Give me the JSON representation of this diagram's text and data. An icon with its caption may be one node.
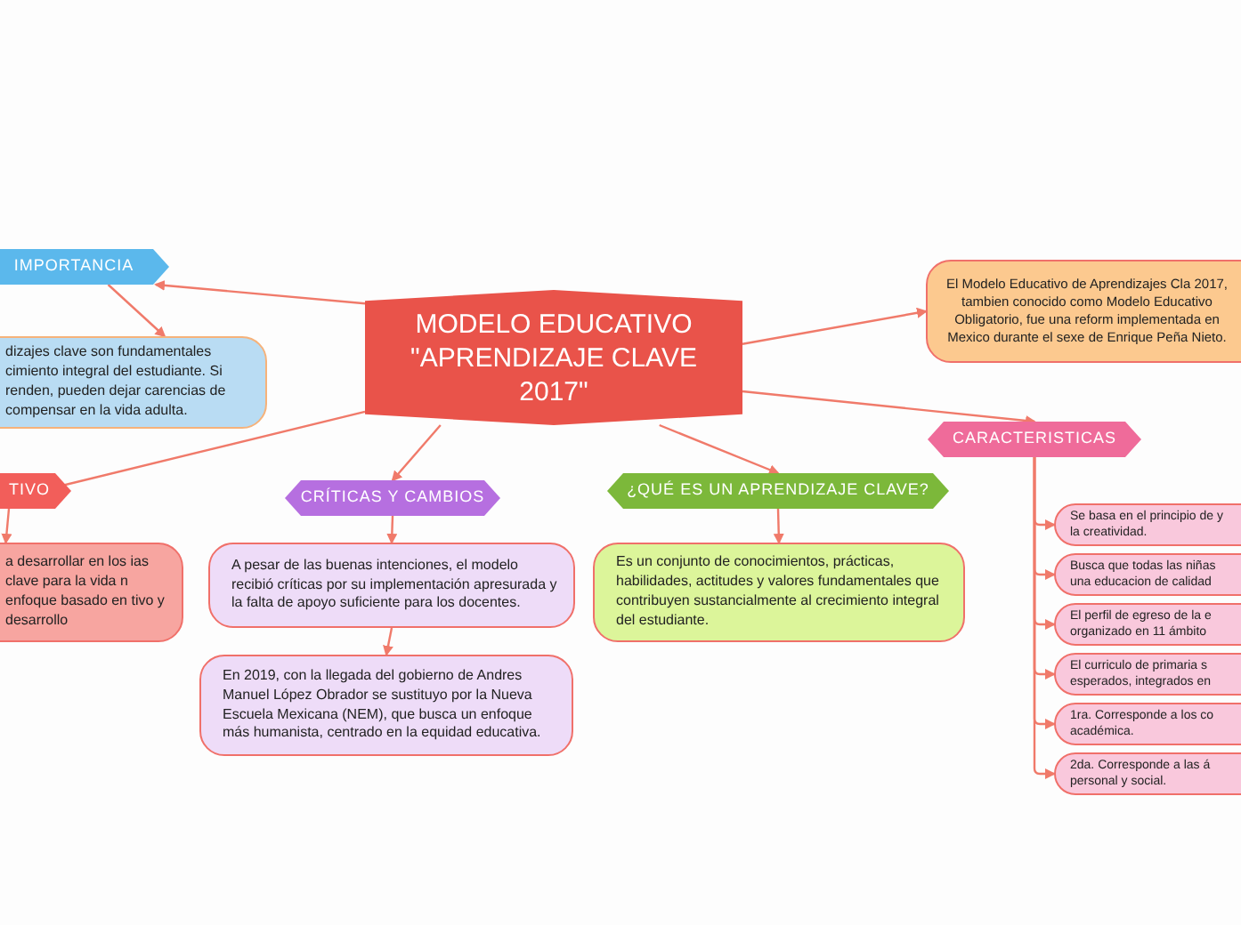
{
  "diagram": {
    "nodes": [
      {
        "text": [
          "MODELO EDUCATIVO \"APRENDIZAJE CLAVE 2017\""
        ]
      },
      {
        "text": [
          "IMPORTANCIA"
        ]
      },
      {
        "text": [
          "dizajes clave son fundamentales cimiento integral del estudiante. Si renden, pueden dejar carencias de compensar en la vida adulta."
        ]
      },
      {
        "text": [
          "TIVO"
        ]
      },
      {
        "text": [
          "a desarrollar en los ias clave para la vida n enfoque basado en tivo y desarrollo"
        ]
      },
      {
        "text": [
          "CRÍTICAS Y CAMBIOS"
        ]
      },
      {
        "text": [
          "A pesar de las buenas intenciones, el modelo recibió críticas por su implementación apresurada y la falta de apoyo suficiente para los docentes."
        ]
      },
      {
        "text": [
          "En 2019, con la llegada del gobierno de Andres Manuel López Obrador se sustituyo por la Nueva Escuela Mexicana (NEM), que busca un enfoque más humanista, centrado en la equidad educativa."
        ]
      },
      {
        "text": [
          "¿QUÉ ES UN APRENDIZAJE CLAVE?"
        ]
      },
      {
        "text": [
          "Es un conjunto de conocimientos, prácticas, habilidades, actitudes y valores fundamentales que contribuyen sustancialmente al crecimiento integral del estudiante."
        ]
      },
      {
        "text": [
          "El Modelo Educativo de Aprendizajes Cla 2017, tambien conocido como Modelo Educativo Obligatorio, fue una reform implementada en Mexico durante el sexe de Enrique Peña Nieto."
        ]
      },
      {
        "text": [
          "CARACTERISTICAS"
        ]
      },
      {
        "text": [
          "Se basa en el principio de y la creatividad."
        ]
      },
      {
        "text": [
          "Busca que todas las niñas una educacion de calidad"
        ]
      },
      {
        "text": [
          "El perfil de egreso de la e organizado en 11 ámbito"
        ]
      },
      {
        "text": [
          "El curriculo de primaria s esperados, integrados en"
        ]
      },
      {
        "text": [
          "1ra. Corresponde a los co académica."
        ]
      },
      {
        "text": [
          "2da. Corresponde a las á personal y social."
        ]
      }
    ],
    "edges": [
      {
        "from": 0,
        "to": 1,
        "arrow": "to"
      },
      {
        "from": 1,
        "to": 2,
        "arrow": "to"
      },
      {
        "from": 0,
        "to": 3,
        "arrow": "to"
      },
      {
        "from": 3,
        "to": 4,
        "arrow": "to"
      },
      {
        "from": 0,
        "to": 5,
        "arrow": "to"
      },
      {
        "from": 5,
        "to": 6,
        "arrow": "to"
      },
      {
        "from": 6,
        "to": 7,
        "arrow": "to"
      },
      {
        "from": 0,
        "to": 8,
        "arrow": "to"
      },
      {
        "from": 8,
        "to": 9,
        "arrow": "to"
      },
      {
        "from": 0,
        "to": 10,
        "arrow": "to"
      },
      {
        "from": 0,
        "to": 11,
        "arrow": "to"
      },
      {
        "from": 11,
        "to": 12,
        "arrow": "to"
      },
      {
        "from": 11,
        "to": 13,
        "arrow": "to"
      },
      {
        "from": 11,
        "to": 14,
        "arrow": "to"
      },
      {
        "from": 11,
        "to": 15,
        "arrow": "to"
      },
      {
        "from": 11,
        "to": 16,
        "arrow": "to"
      },
      {
        "from": 11,
        "to": 17,
        "arrow": "to"
      }
    ]
  }
}
